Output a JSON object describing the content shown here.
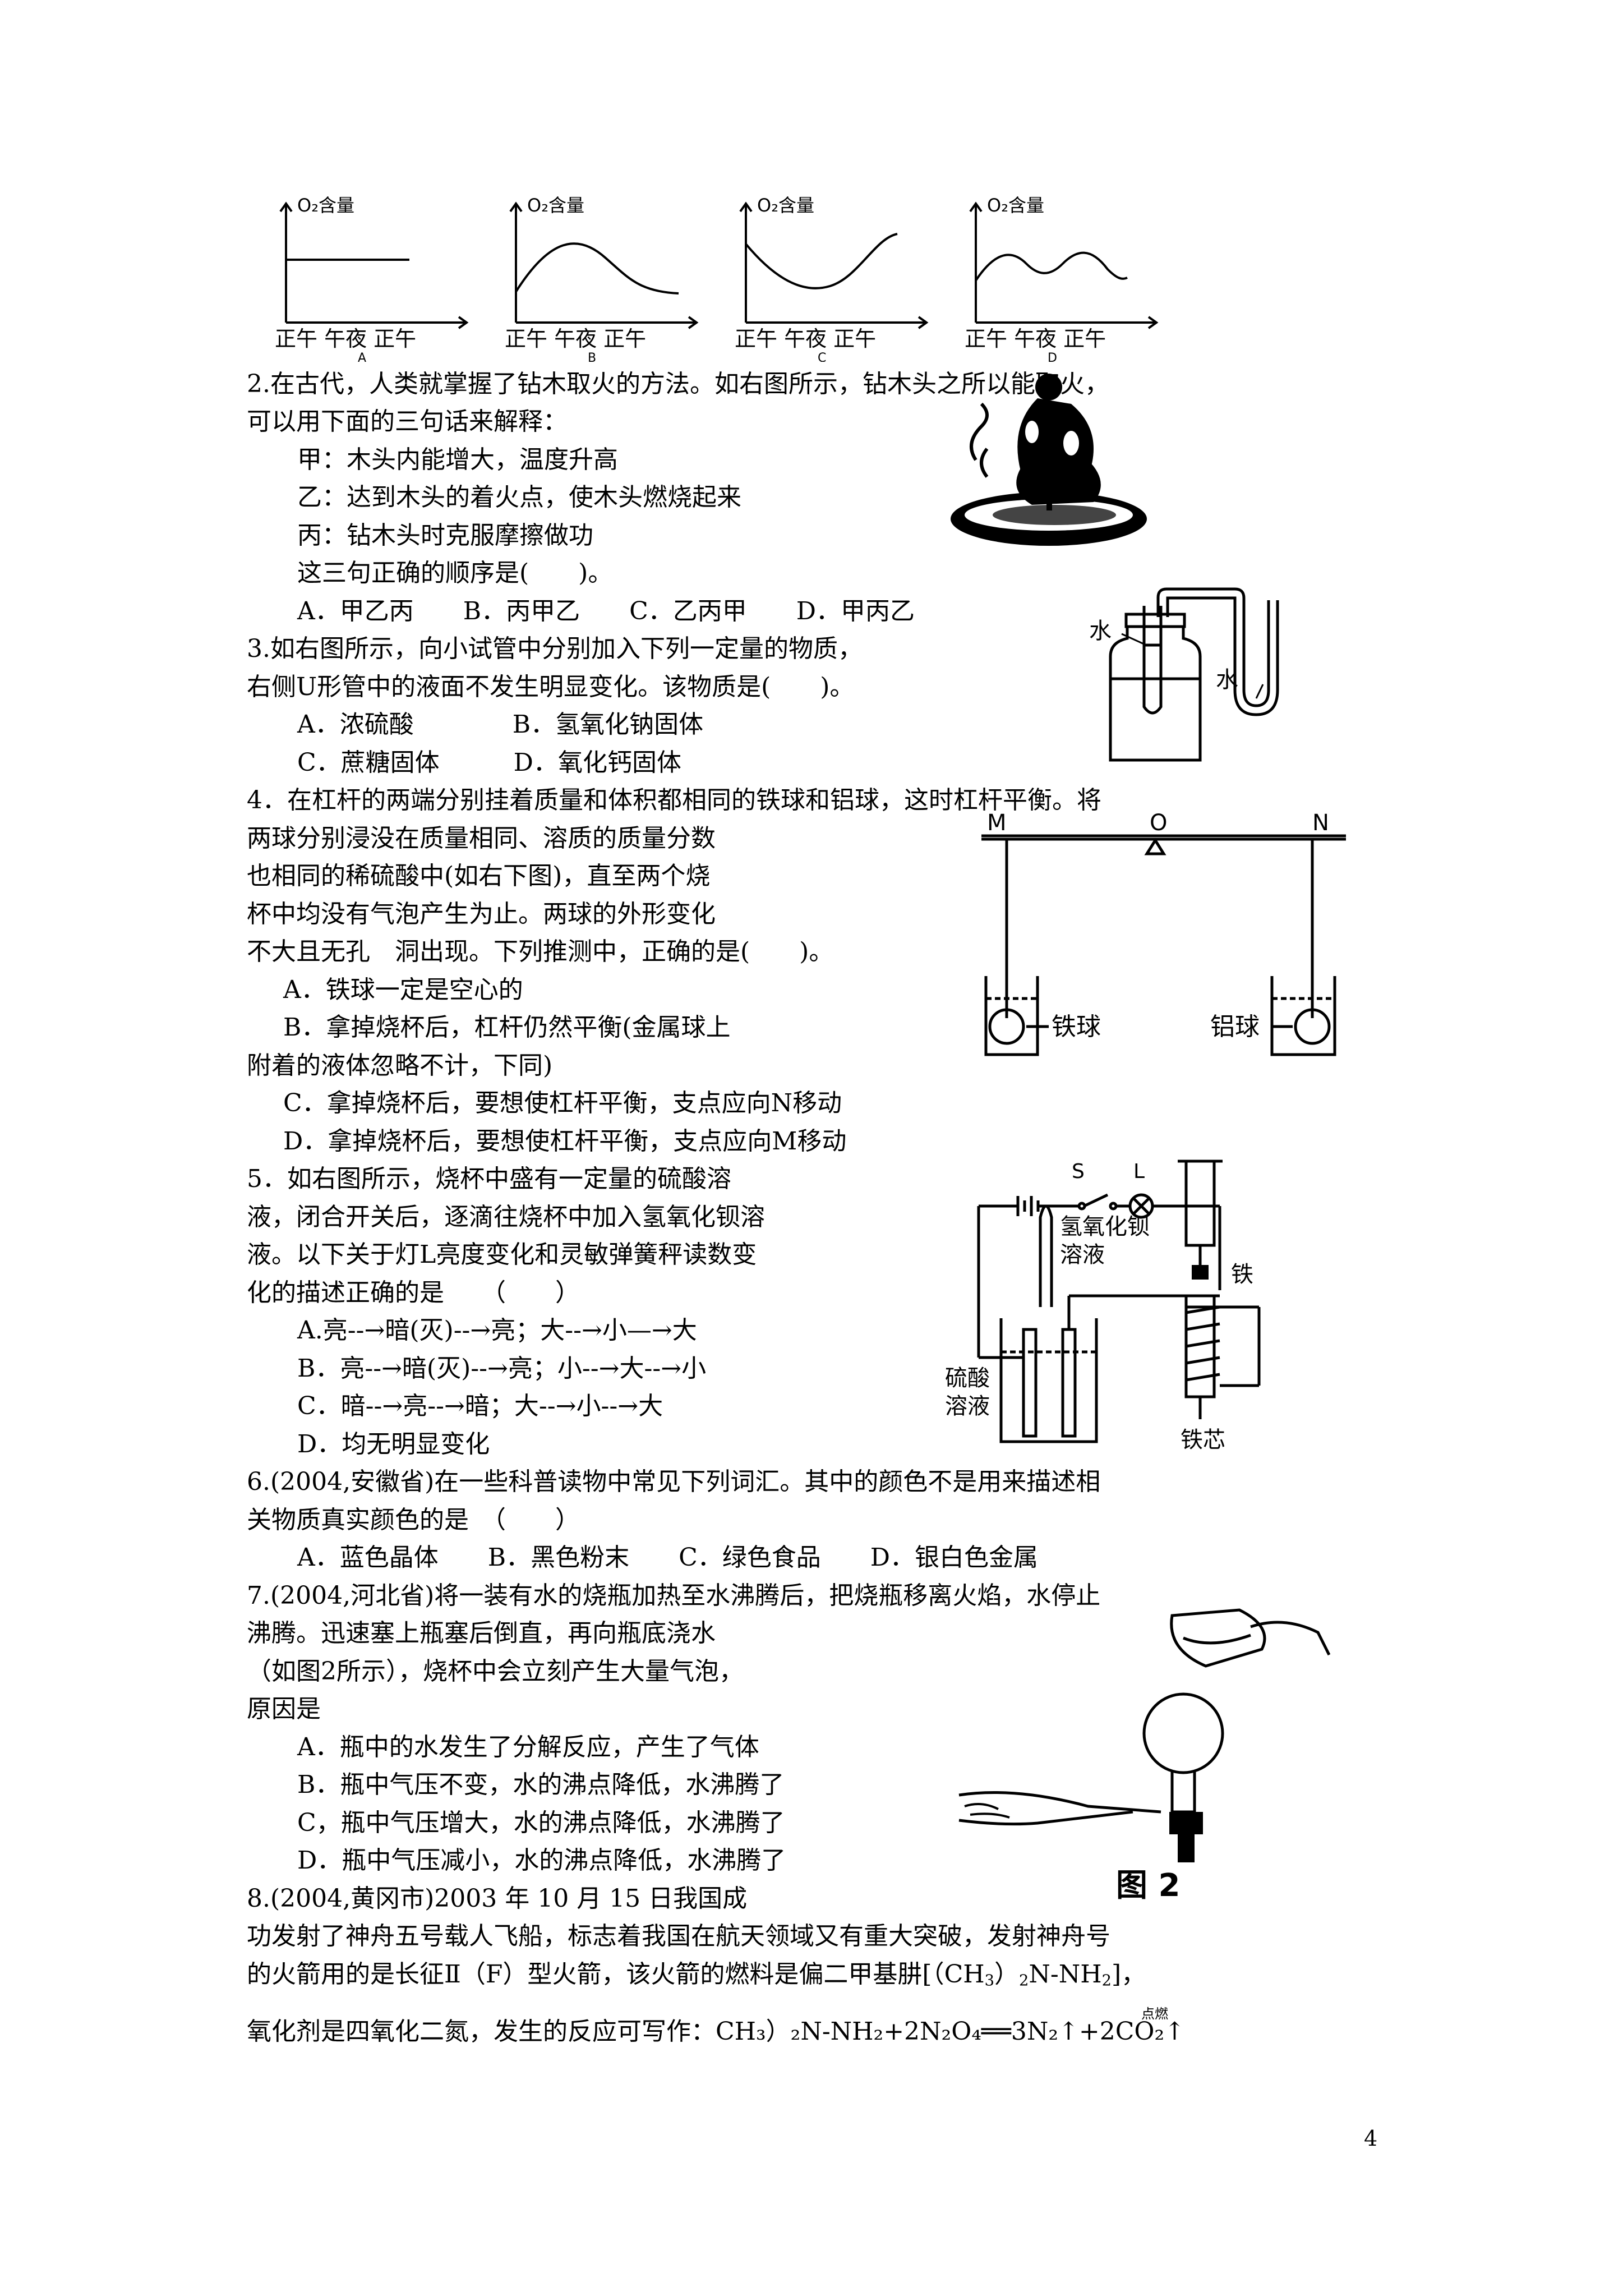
{
  "charts": [
    {
      "letter": "A",
      "y_label": "O₂含量",
      "x_label": "正午 午夜 正午"
    },
    {
      "letter": "B",
      "y_label": "O₂含量",
      "x_label": "正午 午夜 正午"
    },
    {
      "letter": "C",
      "y_label": "O₂含量",
      "x_label": "正午 午夜 正午"
    },
    {
      "letter": "D",
      "y_label": "O₂含量",
      "x_label": "正午 午夜 正午"
    }
  ],
  "q2": {
    "line1": "2.在古代，人类就掌握了钻木取火的方法。如右图所示，钻木头之所以能取火，",
    "line2": "可以用下面的三句话来解释：",
    "jia": "甲：木头内能增大，温度升高",
    "yi": "乙：达到木头的着火点，使木头燃烧起来",
    "bing": "丙：钻木头时克服摩擦做功",
    "ask": "这三句正确的顺序是(　　)。",
    "options": "A．甲乙丙　　B．丙甲乙　　C．乙丙甲　　D．甲丙乙"
  },
  "q3": {
    "line1": "3.如右图所示，向小试管中分别加入下列一定量的物质，",
    "line2": "右侧U形管中的液面不发生明显变化。该物质是(　　)。",
    "opt_ab": "A．浓硫酸　　　　B．氢氧化钠固体",
    "opt_cd": "C．蔗糖固体　　　D．氧化钙固体",
    "fig_label_left": "水",
    "fig_label_right": "水"
  },
  "q4": {
    "line1": "4．在杠杆的两端分别挂着质量和体积都相同的铁球和铝球，这时杠杆平衡。将",
    "line2": "两球分别浸没在质量相同、溶质的质量分数",
    "line3": "也相同的稀硫酸中(如右下图)，直至两个烧",
    "line4": "杯中均没有气泡产生为止。两球的外形变化",
    "line5": "不大且无孔　洞出现。下列推测中，正确的是(　　)。",
    "optA": "A．铁球一定是空心的",
    "optB1": "B．拿掉烧杯后，杠杆仍然平衡(金属球上",
    "optB2": "附着的液体忽略不计，下同)",
    "optC": "C．拿掉烧杯后，要想使杠杆平衡，支点应向N移动",
    "optD": "D．拿掉烧杯后，要想使杠杆平衡，支点应向M移动",
    "fig_M": "M",
    "fig_O": "O",
    "fig_N": "N",
    "fig_iron": "铁球",
    "fig_al": "铝球"
  },
  "q5": {
    "line1": "5．如右图所示，烧杯中盛有一定量的硫酸溶",
    "line2": "液，闭合开关后，逐滴往烧杯中加入氢氧化钡溶",
    "line3": "液。以下关于灯L亮度变化和灵敏弹簧秤读数变",
    "line4": "化的描述正确的是　　（　　）",
    "optA": "A.亮--→暗(灭)--→亮；大--→小—→大",
    "optB": "B．亮--→暗(灭)--→亮；小--→大--→小",
    "optC": "C．暗--→亮--→暗；大--→小--→大",
    "optD": "D．均无明显变化",
    "fig_S": "S",
    "fig_L": "L",
    "fig_baoh1": "氢氧化钡",
    "fig_baoh2": "溶液",
    "fig_iron": "铁",
    "fig_h2so4_1": "硫酸",
    "fig_h2so4_2": "溶液",
    "fig_core": "铁芯"
  },
  "q6": {
    "line1": "6.(2004,安徽省)在一些科普读物中常见下列词汇。其中的颜色不是用来描述相",
    "line2": "关物质真实颜色的是　（　　）",
    "options": "A．蓝色晶体　　B．黑色粉末　　C．绿色食品　　D．银白色金属"
  },
  "q7": {
    "line1": "7.(2004,河北省)将一装有水的烧瓶加热至水沸腾后，把烧瓶移离火焰，水停止",
    "line2": "沸腾。迅速塞上瓶塞后倒直，再向瓶底浇水",
    "line3": "（如图2所示），烧杯中会立刻产生大量气泡，",
    "line4": "原因是",
    "optA": "A．瓶中的水发生了分解反应，产生了气体",
    "optB": "B．瓶中气压不变，水的沸点降低，水沸腾了",
    "optC": "C，瓶中气压增大，水的沸点降低，水沸腾了",
    "optD": "D．瓶中气压减小，水的沸点降低，水沸腾了",
    "fig_caption": "图 2"
  },
  "q8": {
    "line1": "8.(2004,黄冈市)2003 年 10 月 15 日我国成",
    "line2": "功发射了神舟五号载人飞船，标志着我国在航天领域又有重大突破，发射神舟号",
    "line3_a": "的火箭用的是长征Ⅱ（F）型火箭，该火箭的燃料是偏二甲基肼[（CH",
    "line3_b": "3",
    "line3_c": "）",
    "line3_d": "2",
    "line3_e": "N-NH",
    "line3_f": "2",
    "line3_g": "]，",
    "line4": "氧化剂是四氧化二氮，发生的反应可写作：CH₃）₂N-NH₂+2N₂O₄══3N₂↑+2CO₂↑",
    "condition": "点燃"
  },
  "page_number": "4"
}
